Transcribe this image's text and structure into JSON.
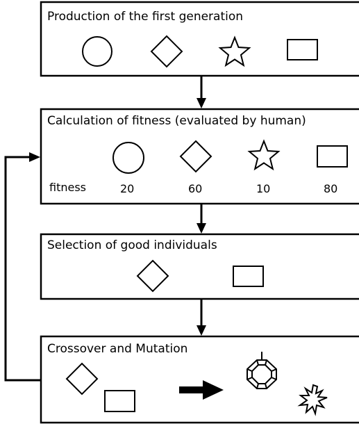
{
  "steps": {
    "step1": {
      "title": "Production of the first generation"
    },
    "step2": {
      "title": "Calculation of fitness (evaluated by human)",
      "fitness_label": "fitness",
      "fitness_values": [
        "20",
        "60",
        "10",
        "80"
      ]
    },
    "step3": {
      "title": "Selection of good individuals"
    },
    "step4": {
      "title": "Crossover and Mutation"
    }
  },
  "individuals": [
    "circle",
    "diamond",
    "star",
    "rectangle"
  ],
  "selected": [
    "diamond",
    "rectangle"
  ],
  "offspring": [
    "octagon-gem",
    "burst"
  ],
  "colors": {
    "stroke": "#000000",
    "background": "#ffffff"
  }
}
